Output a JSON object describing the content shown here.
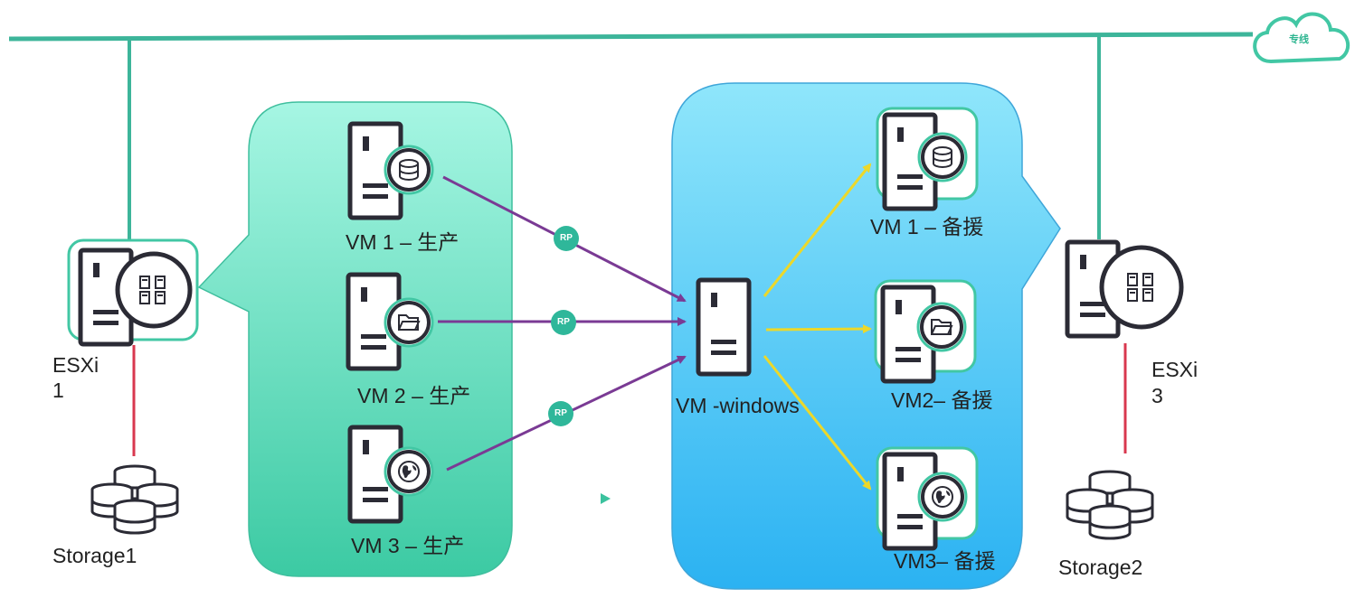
{
  "network": {
    "line_label": "专线"
  },
  "hosts": [
    {
      "id": "esxi1",
      "line1": "ESXi",
      "line2": "1"
    },
    {
      "id": "esxi3",
      "line1": "ESXi",
      "line2": "3"
    }
  ],
  "storage": [
    {
      "id": "storage1",
      "label": "Storage1"
    },
    {
      "id": "storage2",
      "label": "Storage2"
    }
  ],
  "production_vms": [
    {
      "label": "VM 1 – 生产",
      "icon": "database-icon"
    },
    {
      "label": "VM 2 – 生产",
      "icon": "folder-icon"
    },
    {
      "label": "VM 3 – 生产",
      "icon": "globe-icon"
    }
  ],
  "replication": {
    "badge": "RP",
    "vm_label": "VM -windows"
  },
  "backup_vms": [
    {
      "label": "VM 1 –  备援",
      "icon": "database-icon"
    },
    {
      "label": "VM2–  备援",
      "icon": "folder-icon"
    },
    {
      "label": "VM3–  备援",
      "icon": "globe-icon"
    }
  ],
  "colors": {
    "network_line": "#3db59a",
    "storage_link": "#d9384f",
    "replication_arrow": "#7a3a94",
    "distribution_arrow": "#ecd82a",
    "green_panel_top": "#a6f6e3",
    "green_panel_bottom": "#3ccaa3",
    "blue_panel_top": "#8fe6fb",
    "blue_panel_bottom": "#2bb2f2",
    "icon_dark": "#2b2b35",
    "icon_ring": "#42c7a4"
  }
}
